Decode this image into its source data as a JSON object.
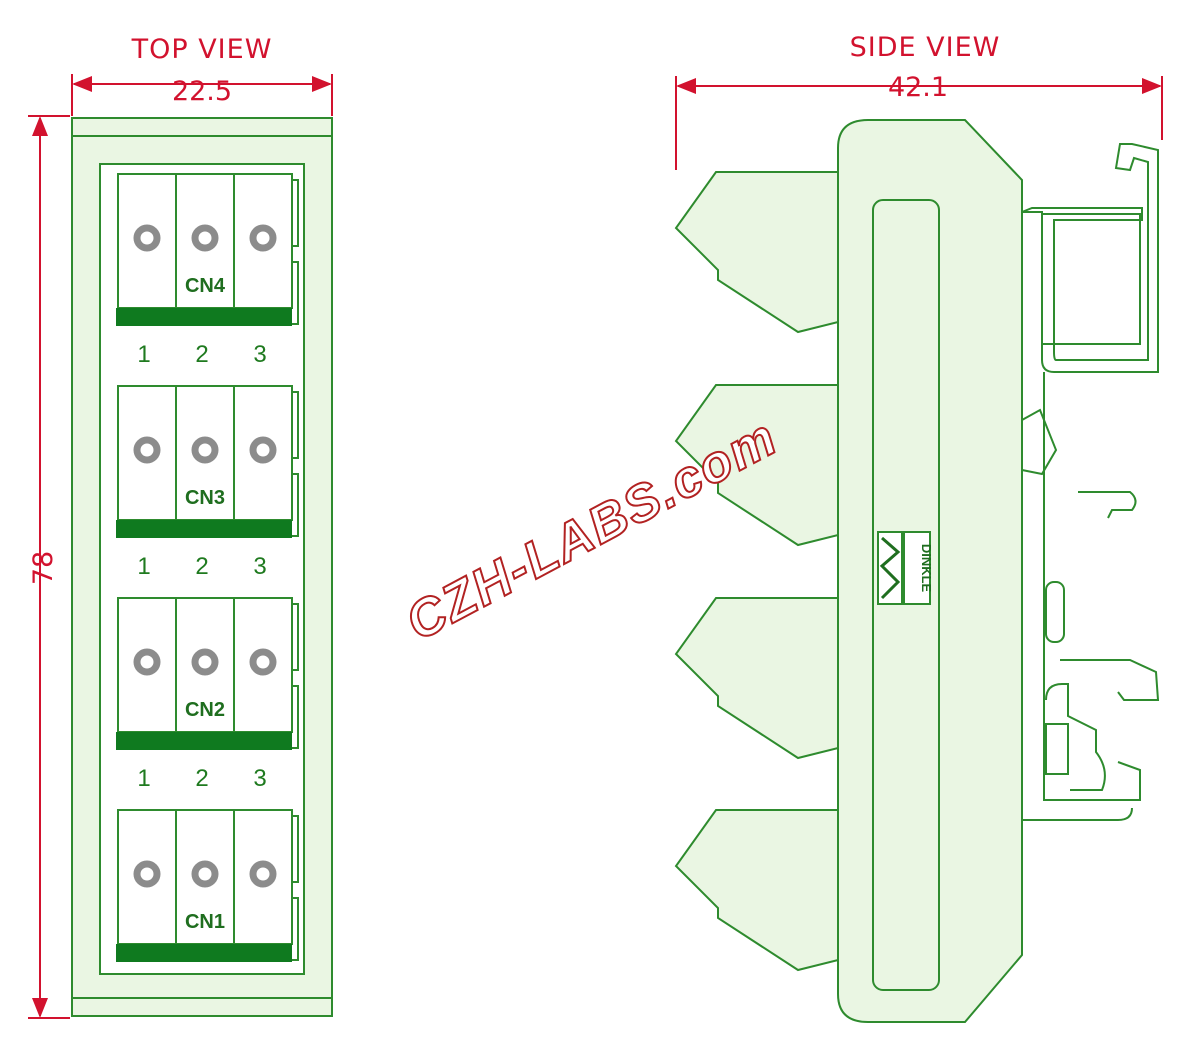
{
  "top_view": {
    "title": "TOP VIEW",
    "width_dim": "22.5",
    "height_dim": "78",
    "connectors": [
      {
        "label": "CN4",
        "pins": [
          "1",
          "2",
          "3"
        ]
      },
      {
        "label": "CN3",
        "pins": [
          "1",
          "2",
          "3"
        ]
      },
      {
        "label": "CN2",
        "pins": [
          "1",
          "2",
          "3"
        ]
      },
      {
        "label": "CN1",
        "pins": []
      }
    ]
  },
  "side_view": {
    "title": "SIDE VIEW",
    "width_dim": "42.1",
    "brand": "DINKLE"
  },
  "watermark": "CZH-LABS.com",
  "colors": {
    "dimension": "#d2122e",
    "outline": "#2e8b2e",
    "fill": "#eaf6e3",
    "terminal_bar": "#0f7a1f",
    "screw": "#8c8c8c"
  }
}
